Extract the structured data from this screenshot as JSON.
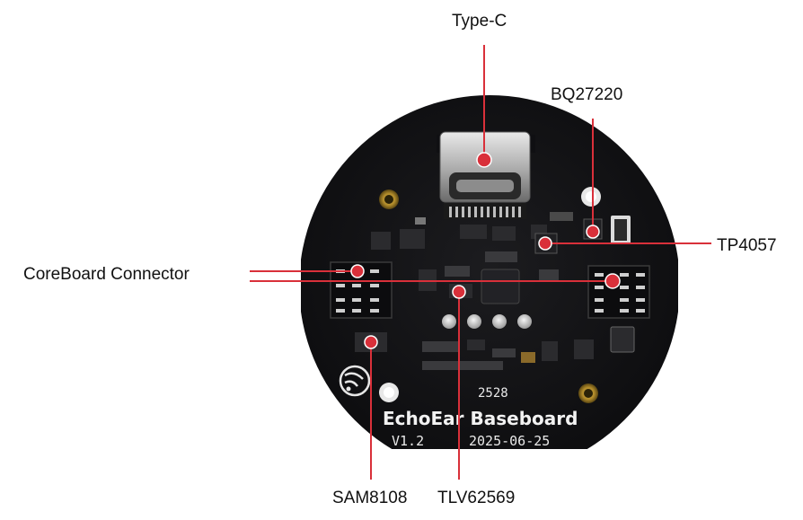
{
  "labels": {
    "type_c": "Type-C",
    "bq27220": "BQ27220",
    "tp4057": "TP4057",
    "coreboard_connector": "CoreBoard Connector",
    "sam8108": "SAM8108",
    "tlv62569": "TLV62569"
  },
  "board": {
    "name": "EchoEar Baseboard",
    "version": "V1.2",
    "date": "2025-06-25",
    "code": "2528"
  },
  "colors": {
    "board": "#151517",
    "callout": "#d9303a",
    "label_text": "#111111",
    "silkscreen": "#f2f2f2"
  }
}
